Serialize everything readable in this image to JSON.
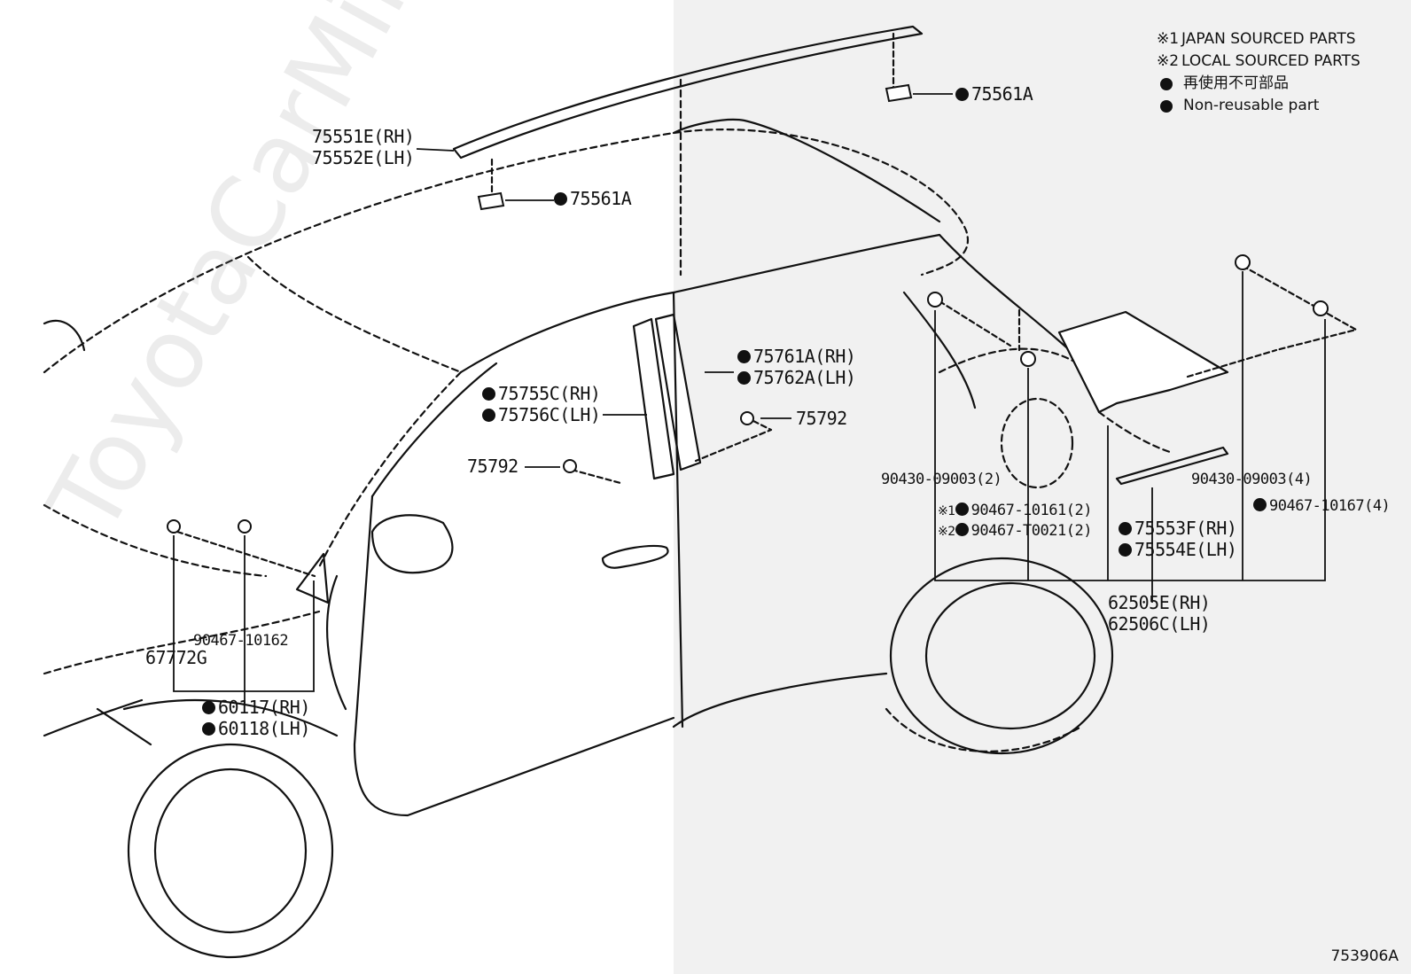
{
  "legend": {
    "japan_sym": "※1",
    "japan_text": "JAPAN SOURCED PARTS",
    "local_sym": "※2",
    "local_text": "LOCAL SOURCED PARTS",
    "nonreuse_jp": "再使用不可部品",
    "nonreuse_en": "Non-reusable part"
  },
  "parts": {
    "p75561a_top": "75561A",
    "p75561a_left": "75561A",
    "p75551e": "75551E(RH)",
    "p75552e": "75552E(LH)",
    "p75761a": "75761A(RH)",
    "p75762a": "75762A(LH)",
    "p75755c": "75755C(RH)",
    "p75756c": "75756C(LH)",
    "p75792_right": "75792",
    "p75792_left": "75792",
    "p90430_09003_2": "90430-09003(2)",
    "p90467_10161": "90467-10161(2)",
    "p90467_t0021": "90467-T0021(2)",
    "p75553f": "75553F(RH)",
    "p75554e": "75554E(LH)",
    "p90430_09003_4": "90430-09003(4)",
    "p90467_10167": "90467-10167(4)",
    "p62505e": "62505E(RH)",
    "p62506c": "62506C(LH)",
    "p90467_10162": "90467-10162",
    "p67772g": "67772G",
    "p60117": "60117(RH)",
    "p60118": "60118(LH)"
  },
  "marks": {
    "m1": "※1",
    "m2": "※2"
  },
  "watermark": "ToyotaCarMine.ru",
  "diagram_code": "753906A"
}
